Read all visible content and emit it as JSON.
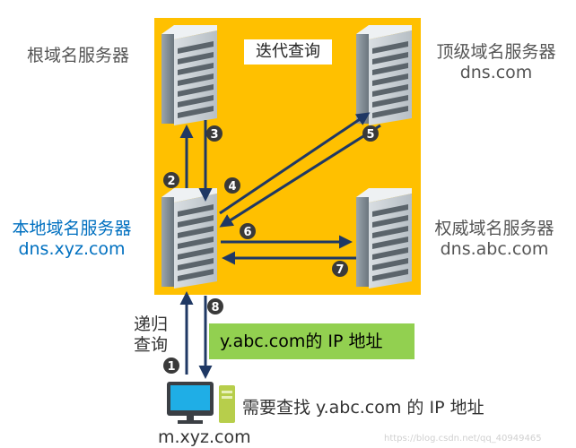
{
  "title": "迭代查询",
  "servers": {
    "root": {
      "name": "根域名服务器"
    },
    "tld": {
      "name": "顶级域名服务器",
      "domain": "dns.com"
    },
    "local": {
      "name": "本地域名服务器",
      "domain": "dns.xyz.com"
    },
    "auth": {
      "name": "权威域名服务器",
      "domain": "dns.abc.com"
    }
  },
  "client": {
    "name": "m.xyz.com",
    "task": "需要查找 y.abc.com 的 IP 地址"
  },
  "recursive_label": [
    "递归",
    "查询"
  ],
  "answer": "y.abc.com的 IP 地址",
  "steps": [
    "1",
    "2",
    "3",
    "4",
    "5",
    "6",
    "7",
    "8"
  ],
  "watermark": "https://blog.csdn.net/qq_40949465",
  "colors": {
    "background_box": "#FFC000",
    "answer_box": "#92D050",
    "arrow": "#1F3864",
    "local_label": "#0070C0"
  }
}
